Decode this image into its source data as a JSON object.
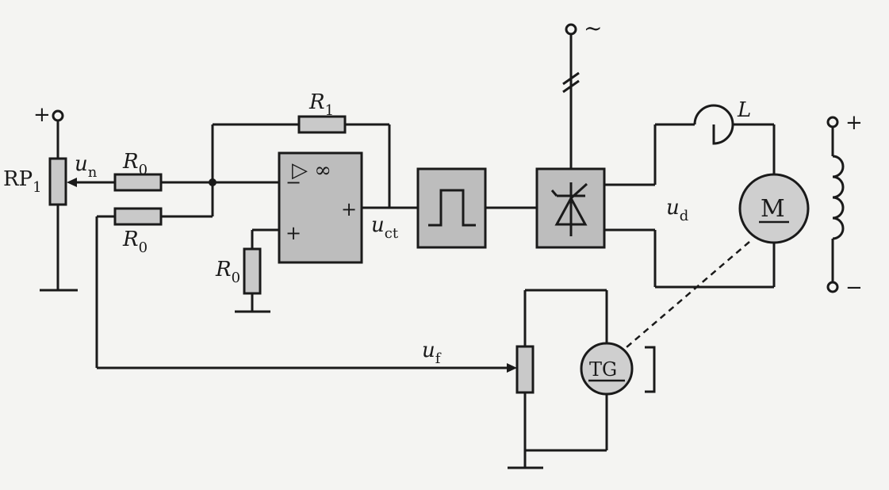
{
  "labels": {
    "supply_plus": "+",
    "rp1": "RP",
    "rp1_sub": "1",
    "un": "u",
    "un_sub": "n",
    "r0_in": "R",
    "r0_in_sub": "0",
    "r0_fb": "R",
    "r0_fb_sub": "0",
    "r0_gnd": "R",
    "r0_gnd_sub": "0",
    "r1": "R",
    "r1_sub": "1",
    "opamp_gain": "▷ ∞",
    "opamp_minus": "−",
    "opamp_plus_out": "+",
    "opamp_plus_in": "+",
    "uct": "u",
    "uct_sub": "ct",
    "ac_source": "~",
    "inductor": "L",
    "ud": "u",
    "ud_sub": "d",
    "motor": "M",
    "field_plus": "+",
    "field_minus": "−",
    "uf": "u",
    "uf_sub": "f",
    "tacho": "TG"
  },
  "colors": {
    "ink": "#1a1a1a",
    "block_fill": "#bdbdbd",
    "resistor_fill": "#c9c9c9",
    "machine_fill": "#cfcfcf",
    "paper": "#f4f4f2"
  }
}
